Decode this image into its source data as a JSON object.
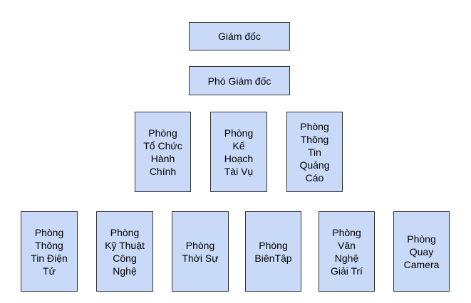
{
  "org_chart": {
    "director": "Giám đốc",
    "deputy": "Phó Giám đốc",
    "departments": [
      "Phòng\nTổ Chức\nHành\nChính",
      "Phòng\nKế\nHoạch\nTài Vụ",
      "Phòng\nThông\nTin\nQuảng\nCáo"
    ],
    "sub_departments": [
      "Phòng\nThông\nTin Điện\nTử",
      "Phòng\nKỹ Thuật\nCông\nNghệ",
      "Phòng\nThời Sự",
      "Phòng\nBiênTập",
      "Phòng\nVăn\nNghệ\nGiải Trí",
      "Phòng\nQuay\nCamera"
    ],
    "box_fill": "#c9daf8",
    "box_border": "#333333"
  }
}
